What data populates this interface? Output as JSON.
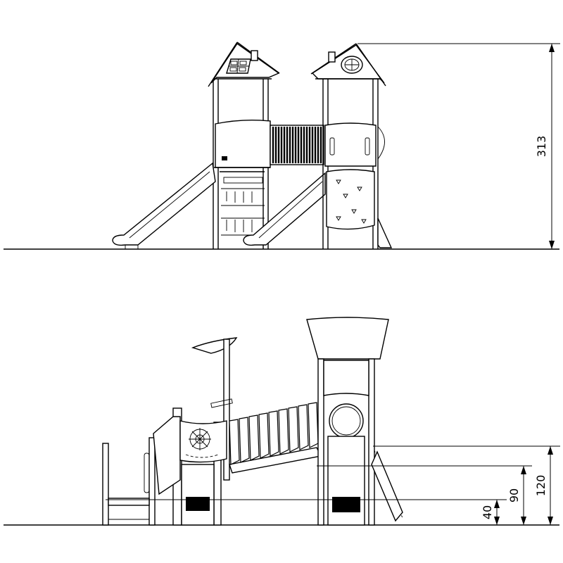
{
  "front_view": {
    "height_label": "313"
  },
  "side_view": {
    "dimension_labels": {
      "low": "40",
      "mid": "90",
      "high": "120"
    }
  },
  "colors": {
    "line": "#000000",
    "background": "#ffffff"
  }
}
